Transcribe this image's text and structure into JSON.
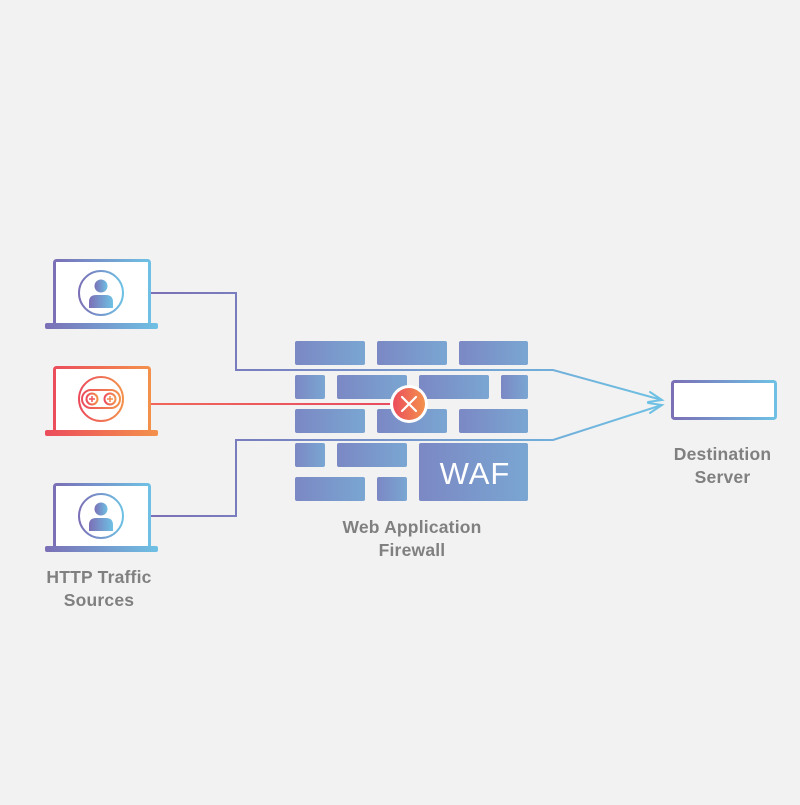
{
  "labels": {
    "sources": [
      "HTTP Traffic",
      "Sources"
    ],
    "waf": [
      "Web Application",
      "Firewall"
    ],
    "server": [
      "Destination",
      "Server"
    ],
    "waf_wall_text": "WAF"
  },
  "nodes": [
    {
      "id": "legit-user-top",
      "kind": "laptop",
      "icon": "user-icon",
      "status": "allowed"
    },
    {
      "id": "malicious-bot",
      "kind": "laptop",
      "icon": "bot-icon",
      "status": "blocked"
    },
    {
      "id": "legit-user-bottom",
      "kind": "laptop",
      "icon": "user-icon",
      "status": "allowed"
    },
    {
      "id": "waf",
      "kind": "brick-wall",
      "icon": "block-x-icon"
    },
    {
      "id": "destination-server",
      "kind": "server",
      "icon": "server-icon"
    }
  ],
  "edges": [
    {
      "from": "legit-user-top",
      "to": "destination-server",
      "via": "waf",
      "result": "allowed"
    },
    {
      "from": "malicious-bot",
      "to": "waf",
      "result": "blocked"
    },
    {
      "from": "legit-user-bottom",
      "to": "destination-server",
      "via": "waf",
      "result": "allowed"
    }
  ],
  "colors": {
    "background": "#f2f2f2",
    "brick": "#7d8fc8",
    "brick_light": "#7ba2cf",
    "allowed_start": "#7b6fb6",
    "allowed_end": "#6ec1e4",
    "blocked_start": "#ec4d5c",
    "blocked_end": "#f3914c",
    "label_text": "#808080"
  }
}
